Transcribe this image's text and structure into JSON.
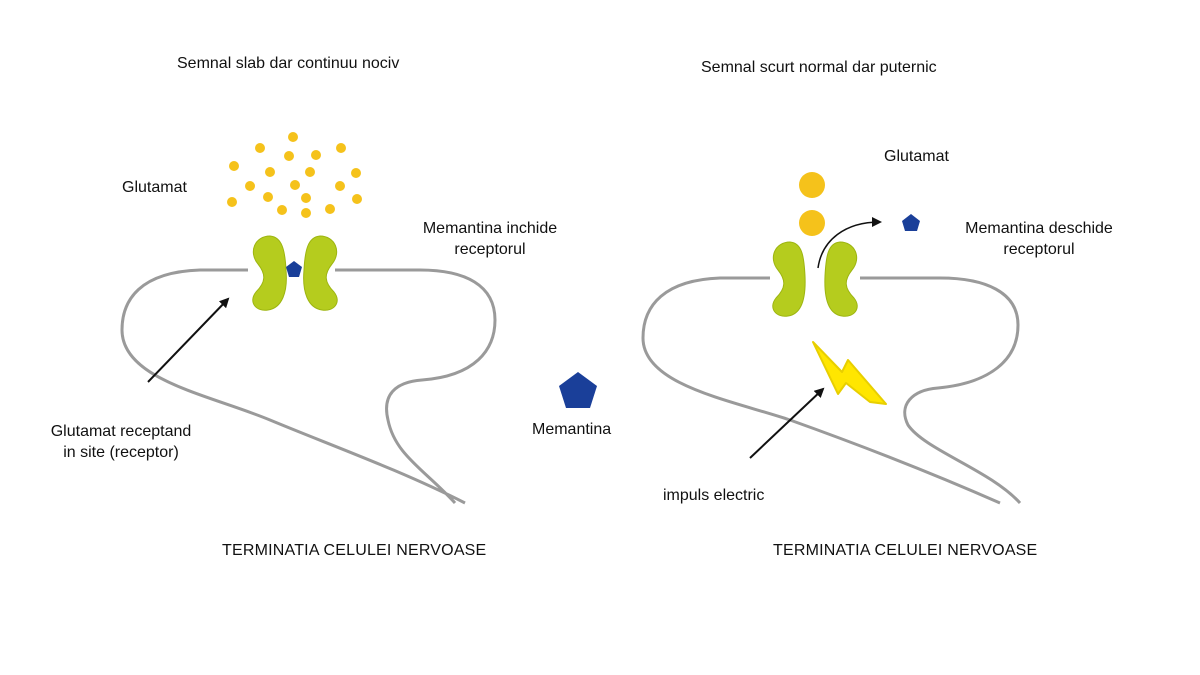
{
  "left_panel": {
    "title": "Semnal slab dar continuu nociv",
    "glutamate_label": "Glutamat",
    "memantine_action_line1": "Memantina inchide",
    "memantine_action_line2": "receptorul",
    "receptor_label_line1": "Glutamat receptand",
    "receptor_label_line2": "in site (receptor)",
    "cell_caption": "TERMINATIA CELULEI NERVOASE"
  },
  "center": {
    "memantine_label": "Memantina"
  },
  "right_panel": {
    "title": "Semnal scurt normal dar puternic",
    "glutamate_label": "Glutamat",
    "memantine_action_line1": "Memantina deschide",
    "memantine_action_line2": "receptorul",
    "impulse_label": "impuls electric",
    "cell_caption": "TERMINATIA CELULEI NERVOASE"
  },
  "colors": {
    "membrane": "#9a9a9a",
    "receptor": "#b5cc1e",
    "glutamate": "#f5c21b",
    "memantine": "#1a3f99",
    "lightning": "#ffe600",
    "lightning_stroke": "#e8cf00",
    "arrow": "#111111"
  }
}
